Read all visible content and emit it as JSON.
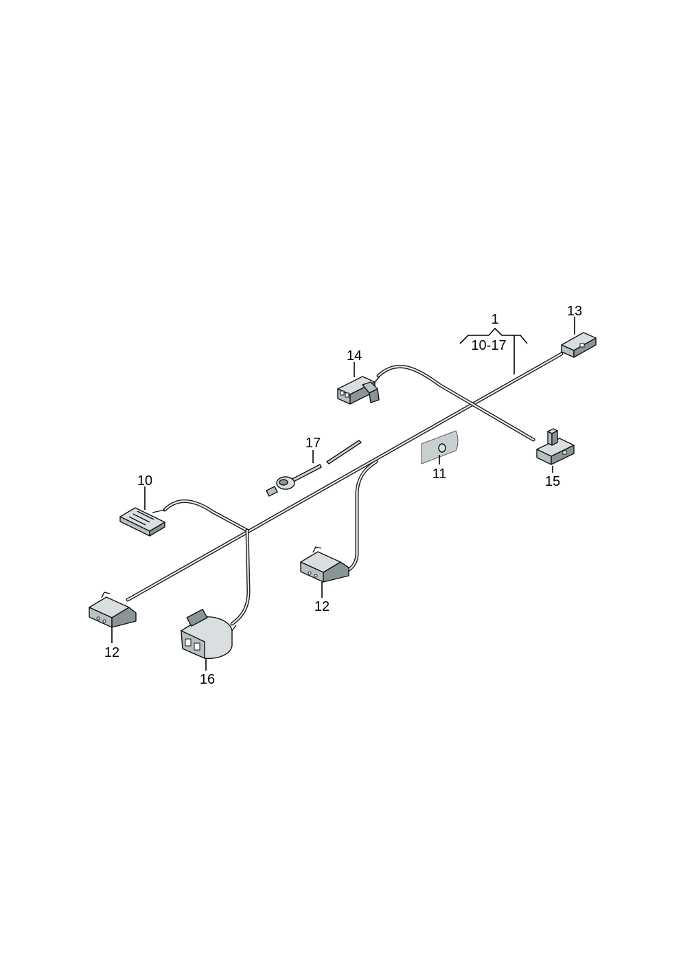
{
  "callouts": {
    "group_number": "1",
    "group_range": "10-17",
    "p10": "10",
    "p11": "11",
    "p12_left": "12",
    "p12_mid": "12",
    "p13": "13",
    "p14": "14",
    "p15": "15",
    "p16": "16",
    "p17": "17"
  }
}
